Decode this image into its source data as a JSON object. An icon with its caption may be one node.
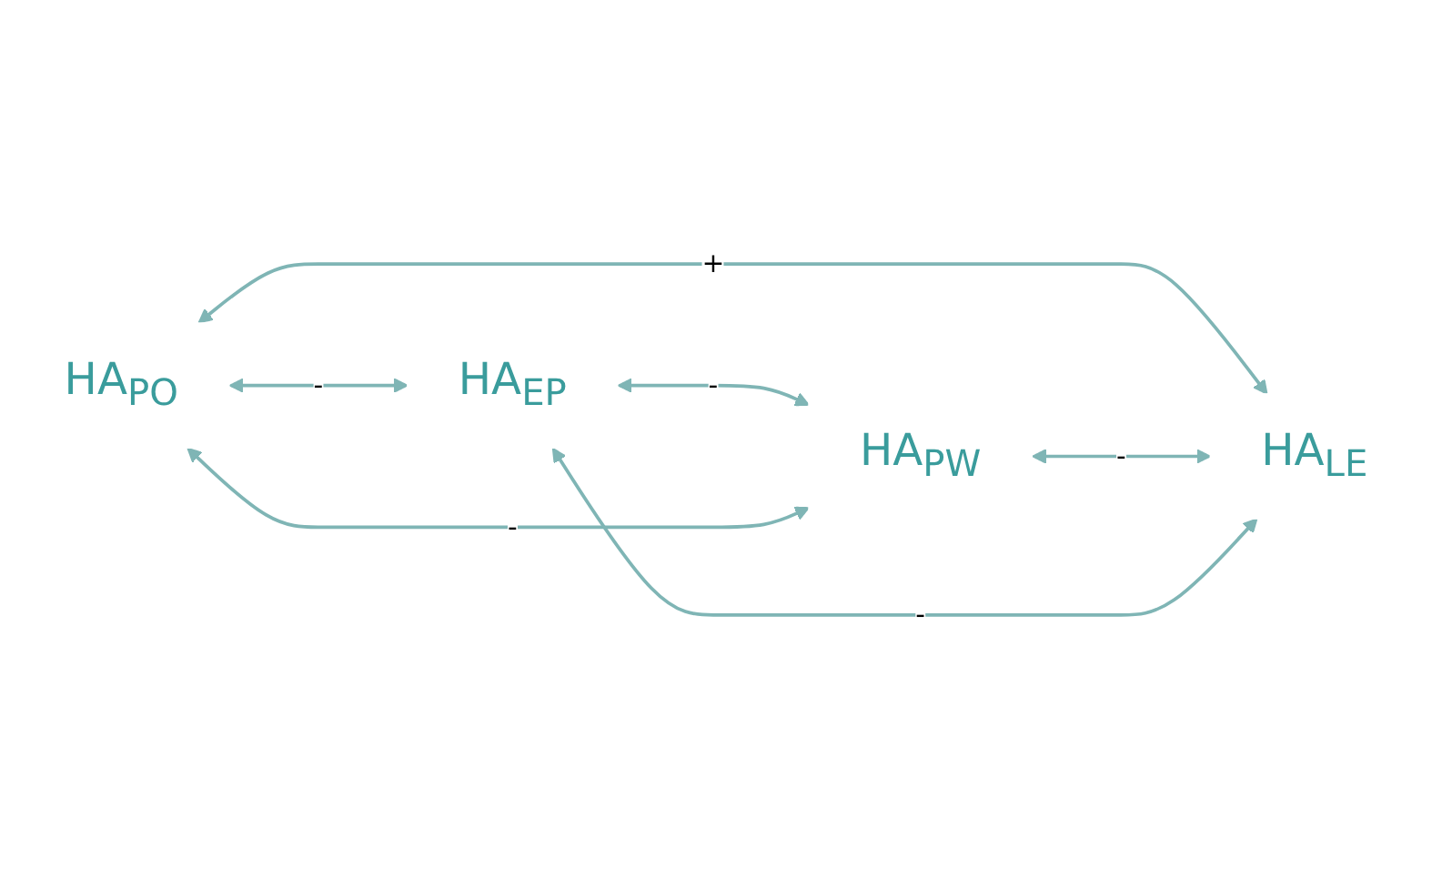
{
  "diagram": {
    "nodes": [
      {
        "text": [
          "HA$_{PO}$"
        ]
      },
      {
        "text": [
          "HA$_{EP}$"
        ]
      },
      {
        "text": [
          "HA$_{PW}$"
        ]
      },
      {
        "text": [
          "HA$_{LE}$"
        ]
      }
    ],
    "edges": [
      {
        "from": 0,
        "to": 3,
        "arrow": "both",
        "label": "+"
      },
      {
        "from": 0,
        "to": 1,
        "arrow": "both",
        "label": "-"
      },
      {
        "from": 1,
        "to": 2,
        "arrow": "both",
        "label": "-"
      },
      {
        "from": 2,
        "to": 3,
        "arrow": "both",
        "label": "-"
      },
      {
        "from": 0,
        "to": 2,
        "arrow": "both",
        "label": "-"
      },
      {
        "from": 1,
        "to": 3,
        "arrow": "both",
        "label": "-"
      }
    ]
  }
}
